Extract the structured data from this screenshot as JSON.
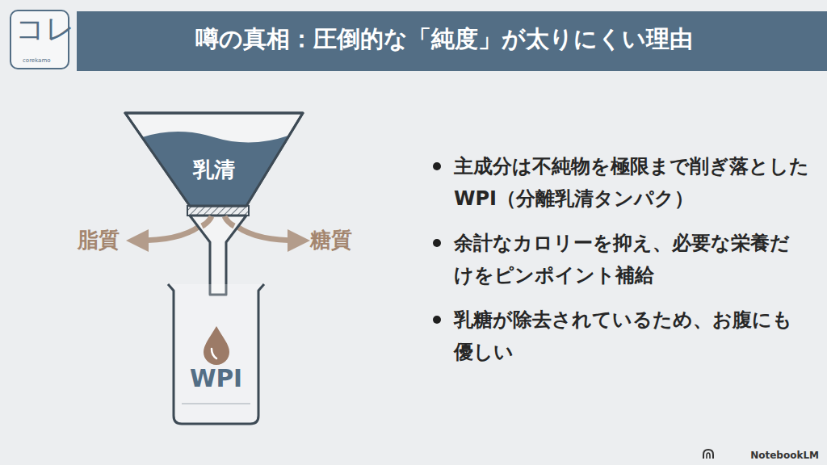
{
  "diagram": {
    "title": "噂の真相：圧倒的な「純度」が太りにくい理由",
    "nodes": [
      {
        "text": [
          "コレ",
          "corekamo"
        ]
      },
      {
        "text": [
          "乳清"
        ]
      },
      {
        "text": [
          "WPI"
        ]
      }
    ],
    "labels": [
      "脂質",
      "糖質",
      "主成分は不純物を極限まで削ぎ落とした WPI（分離乳清タンパク）",
      "余計なカロリーを抑え、必要な栄養だけをピンポイント補給",
      "乳糖が除去されているため、お腹にも優しい",
      "NotebookLM"
    ]
  }
}
